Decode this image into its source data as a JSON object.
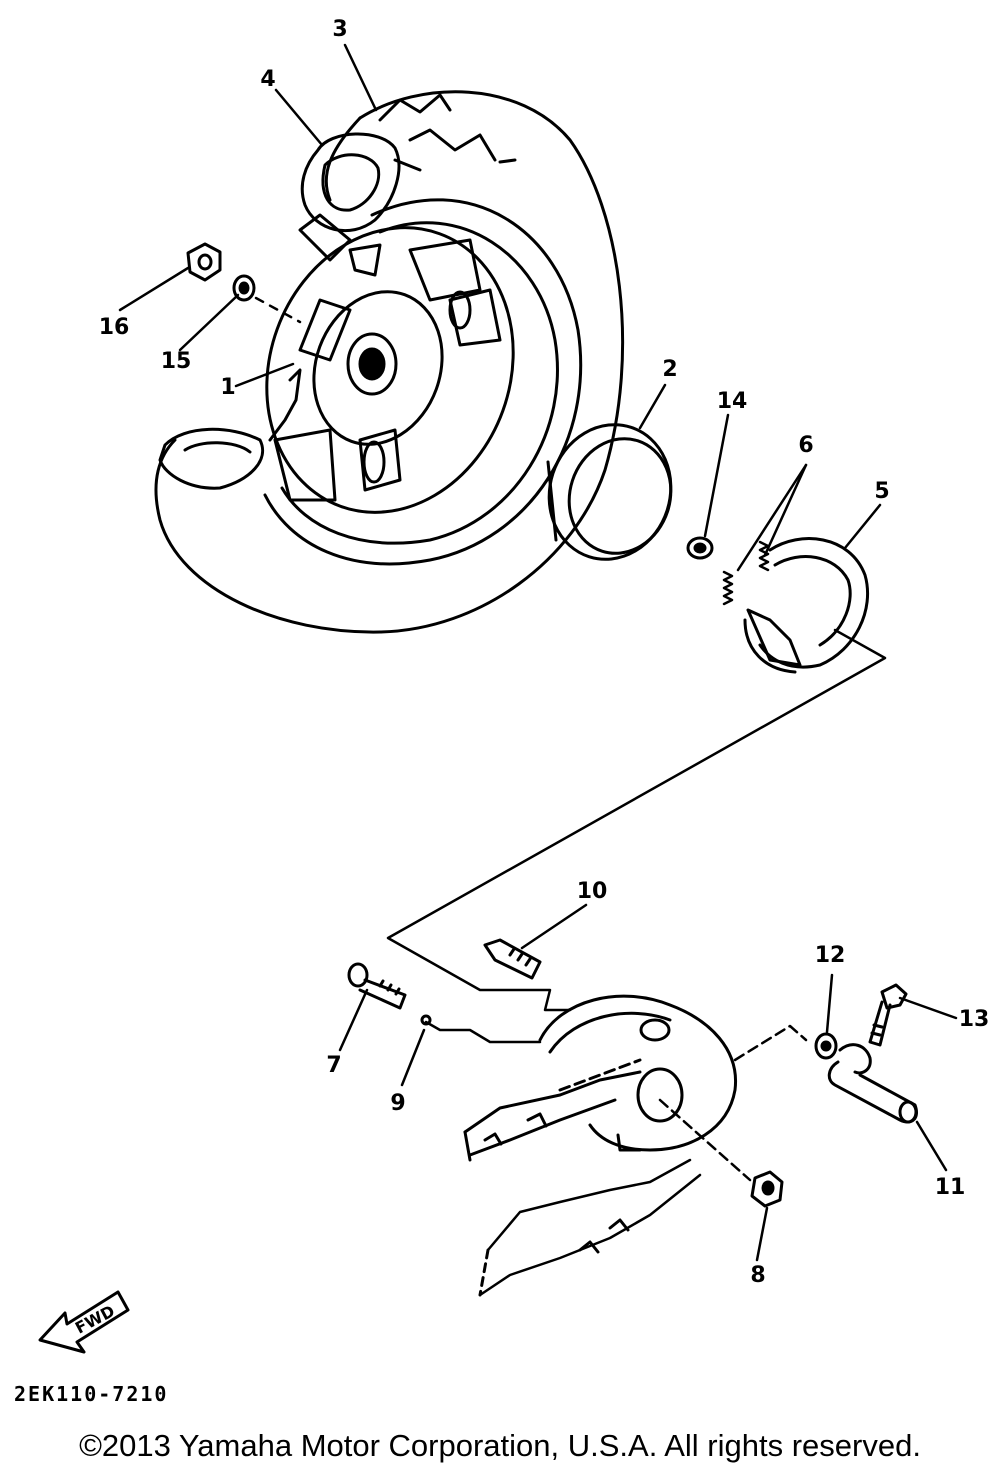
{
  "diagram": {
    "callouts": [
      {
        "id": "1",
        "label": "1"
      },
      {
        "id": "2",
        "label": "2"
      },
      {
        "id": "3",
        "label": "3"
      },
      {
        "id": "4",
        "label": "4"
      },
      {
        "id": "5",
        "label": "5"
      },
      {
        "id": "6",
        "label": "6"
      },
      {
        "id": "7",
        "label": "7"
      },
      {
        "id": "8",
        "label": "8"
      },
      {
        "id": "9",
        "label": "9"
      },
      {
        "id": "10",
        "label": "10"
      },
      {
        "id": "11",
        "label": "11"
      },
      {
        "id": "12",
        "label": "12"
      },
      {
        "id": "13",
        "label": "13"
      },
      {
        "id": "14",
        "label": "14"
      },
      {
        "id": "15",
        "label": "15"
      },
      {
        "id": "16",
        "label": "16"
      }
    ],
    "direction_label": "FWD",
    "reference_code": "2EK110-7210",
    "line_color": "#000000"
  },
  "footer": {
    "copyright": "©2013 Yamaha Motor Corporation, U.S.A. All rights reserved."
  }
}
